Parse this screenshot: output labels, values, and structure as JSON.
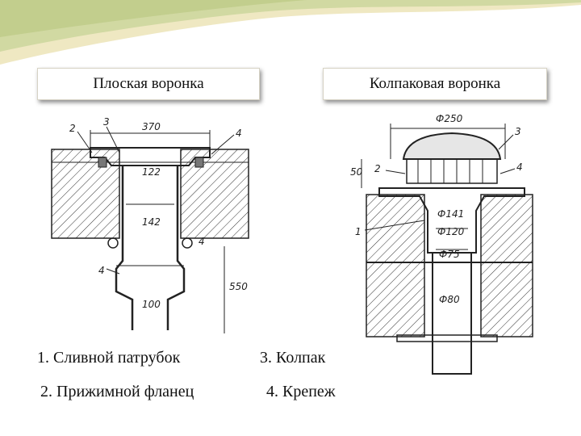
{
  "headers": {
    "flat": "Плоская воронка",
    "cap": "Колпаковая воронка"
  },
  "legend": [
    "1. Сливной патрубок",
    "2. Прижимной фланец",
    "3. Колпак",
    "4. Крепеж"
  ],
  "flat_drawing": {
    "callouts": [
      "2",
      "3",
      "4",
      "4",
      "4"
    ],
    "dims": [
      "370",
      "122",
      "142",
      "100",
      "550"
    ]
  },
  "cap_drawing": {
    "callouts": [
      "3",
      "2",
      "4",
      "1"
    ],
    "dims": [
      "Ф250",
      "50",
      "Ф141",
      "Ф120",
      "Ф75",
      "Ф80"
    ]
  },
  "colors": {
    "decor_green": "#c9d49a",
    "decor_cream": "#efe8c2",
    "hatch": "#333333"
  }
}
